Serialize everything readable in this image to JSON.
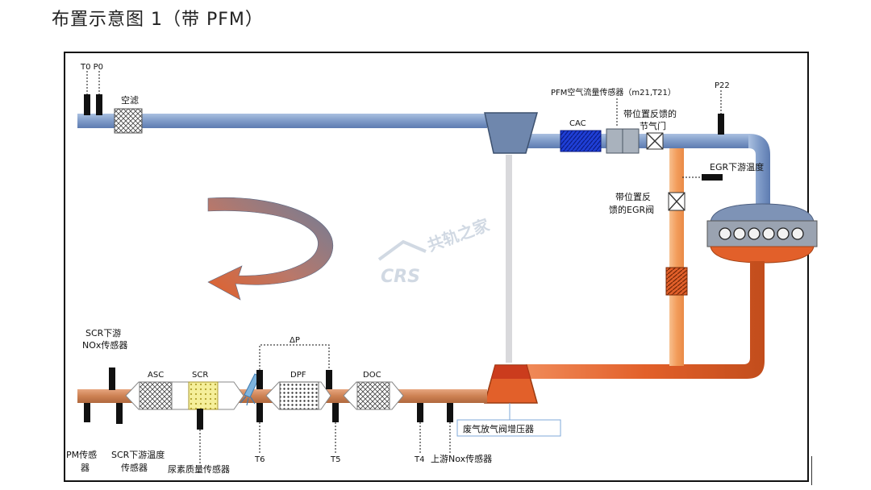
{
  "title": "布置示意图 1（带 PFM）",
  "labels": {
    "t0_p0": "T0 P0",
    "air_filter": "空滤",
    "pfm_sensor": "PFM空气流量传感器（m21,T21）",
    "p22": "P22",
    "cac": "CAC",
    "throttle_1": "带位置反馈的",
    "throttle_2": "节气门",
    "egr_down_temp": "EGR下游温度",
    "egr_valve_1": "带位置反",
    "egr_valve_2": "馈的EGR阀",
    "scr_down_nox_1": "SCR下游",
    "scr_down_nox_2": "NOx传感器",
    "asc": "ASC",
    "scr": "SCR",
    "delta_p": "ΔP",
    "dpf": "DPF",
    "doc": "DOC",
    "pm_sensor_1": "PM传感",
    "pm_sensor_2": "器",
    "scr_down_temp_1": "SCR下游温度",
    "scr_down_temp_2": "传感器",
    "urea_sensor": "尿素质量传感器",
    "t6": "T6",
    "t5": "T5",
    "t4": "T4",
    "up_nox": "上游Nox传感器",
    "wastegate_turbo": "废气放气阀增压器"
  },
  "watermark": {
    "logo": "CRS",
    "text": "共轨之家"
  },
  "colors": {
    "intake_pipe": "#8aa3cc",
    "exhaust_pipe": "#e2703f",
    "egr_pipe": "#f3a66c",
    "sensor": "#111111",
    "cac_core": "#1f3fd6"
  }
}
